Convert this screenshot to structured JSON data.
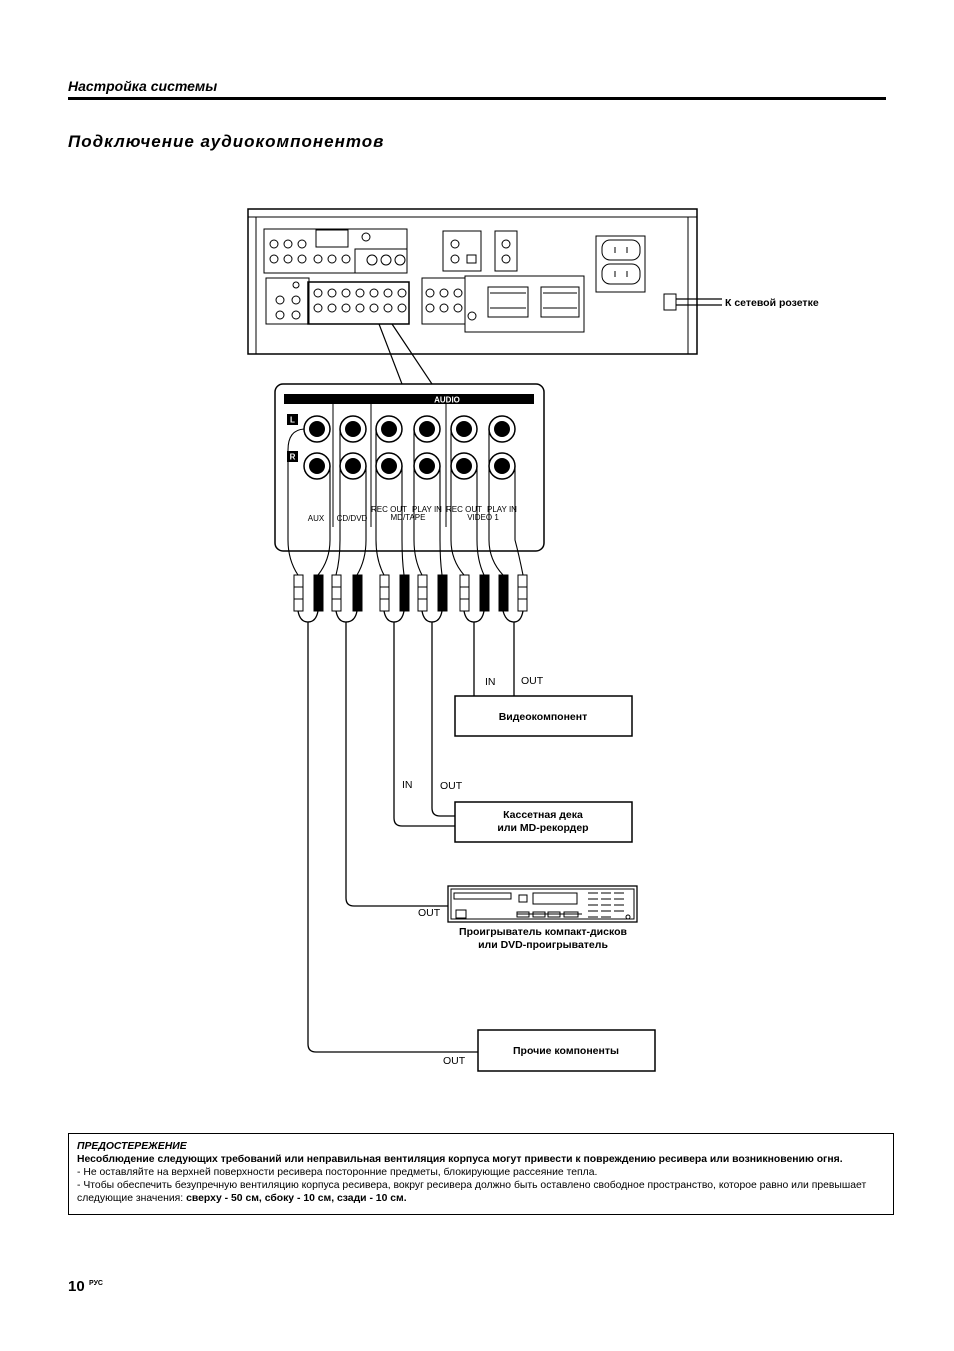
{
  "section_header": "Настройка системы",
  "page_title": "Подключение аудиокомпонентов",
  "receiver": {
    "power_label": "К сетевой розетке",
    "audio_header": "AUDIO",
    "channel_left": "L",
    "channel_right": "R",
    "jacks": [
      "AUX",
      "CD/DVD",
      "REC OUT",
      "MD/TAPE",
      "PLAY IN",
      "VIDEO 1"
    ]
  },
  "components": {
    "video": {
      "name": "Видеокомпонент",
      "in": "IN",
      "out": "OUT"
    },
    "tape": {
      "name_line1": "Кассетная дека",
      "name_line2": "или MD-рекордер",
      "in": "IN",
      "out": "OUT"
    },
    "cd": {
      "name_line1": "Проигрыватель компакт-дисков",
      "name_line2": "или DVD-проигрыватель",
      "out": "OUT"
    },
    "other": {
      "name": "Прочие компоненты",
      "out": "OUT"
    }
  },
  "caution": {
    "title": "ПРЕДОСТЕРЕЖЕНИЕ",
    "warning": "Несоблюдение следующих требований или неправильная вентиляция корпуса могут привести к повреждению ресивера или возникновению огня.",
    "item1": "- Не оставляйте на верхней поверхности ресивера посторонние предметы, блокирующие рассеяние тепла.",
    "item2_prefix": "- Чтобы обеспечить безупречную вентиляцию корпуса ресивера, вокруг ресивера должно быть оставлено свободное пространство, которое равно или превышает следующие значения:",
    "item2_values": "сверху - 50 см, сбоку - 10 см, сзади - 10 см."
  },
  "page_number": "10",
  "page_language": "РУС"
}
